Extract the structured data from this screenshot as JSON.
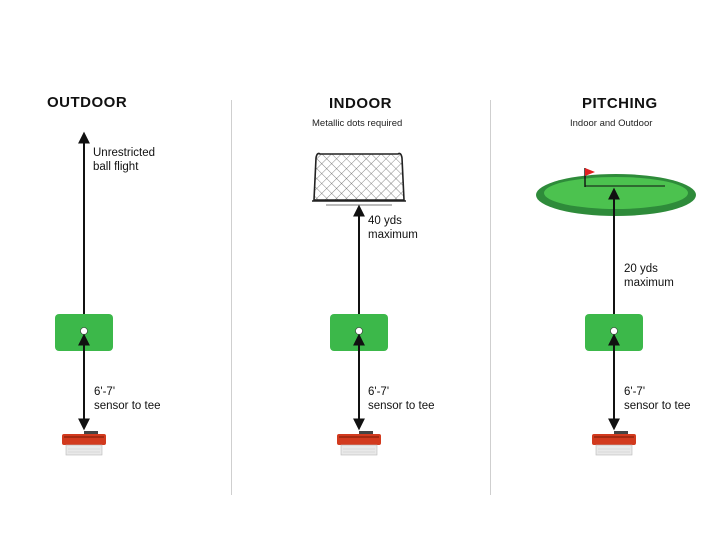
{
  "panels": [
    {
      "title": "OUTDOOR",
      "subtitle": "",
      "target_label_1": "Unrestricted",
      "target_label_2": "ball flight",
      "sensor_label_1": "6'-7'",
      "sensor_label_2": "sensor to tee"
    },
    {
      "title": "INDOOR",
      "subtitle": "Metallic dots required",
      "target_label_1": "40 yds",
      "target_label_2": "maximum",
      "sensor_label_1": "6'-7'",
      "sensor_label_2": "sensor to tee"
    },
    {
      "title": "PITCHING",
      "subtitle": "Indoor and Outdoor",
      "target_label_1": "20 yds",
      "target_label_2": "maximum",
      "sensor_label_1": "6'-7'",
      "sensor_label_2": "sensor to tee"
    }
  ],
  "colors": {
    "mat_green": "#3cb84a",
    "green_dark": "#2e8b3a",
    "green_light": "#4cc24f",
    "flag_red": "#e02020",
    "sensor_red": "#d23a1e",
    "divider": "#cfcfcf"
  },
  "icons": [
    "hitting-mat-icon",
    "golf-ball-icon",
    "launch-monitor-sensor-icon",
    "net-icon",
    "putting-green-icon",
    "flag-icon"
  ]
}
